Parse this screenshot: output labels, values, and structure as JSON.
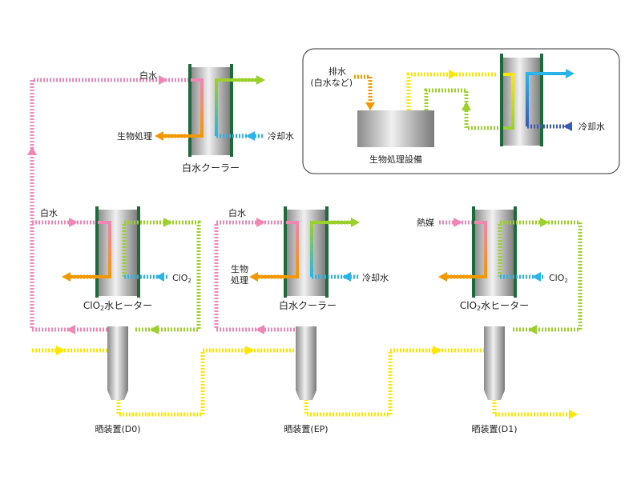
{
  "inset": {
    "drain": "排水",
    "drain_sub": "(白水など)",
    "facility": "生物処理設備",
    "cooling_water": "冷却水"
  },
  "top_cooler": {
    "title": "白水クーラー",
    "white_water": "白水",
    "bio": "生物処理",
    "cooling_water": "冷却水"
  },
  "heater_d0": {
    "title_pre": "ClO",
    "title_sub": "2",
    "title_post": "水ヒーター",
    "white_water": "白水",
    "clo2_pre": "ClO",
    "clo2_sub": "2"
  },
  "cooler_ep": {
    "title": "白水クーラー",
    "white_water": "白水",
    "bio_line1": "生物",
    "bio_line2": "処理",
    "cooling_water": "冷却水"
  },
  "heater_d1": {
    "title_pre": "ClO",
    "title_sub": "2",
    "title_post": "水ヒーター",
    "heat_medium": "熱媒",
    "clo2_pre": "ClO",
    "clo2_sub": "2"
  },
  "towers": {
    "d0": "晒装置(D0)",
    "ep": "晒装置(EP)",
    "d1": "晒装置(D1)"
  },
  "colors": {
    "pink": "#ef86b4",
    "green": "#9bd12a",
    "yellow": "#ffe600",
    "orange": "#f39800",
    "cyan": "#2ab4e8",
    "frame": "#1d6a3a"
  }
}
